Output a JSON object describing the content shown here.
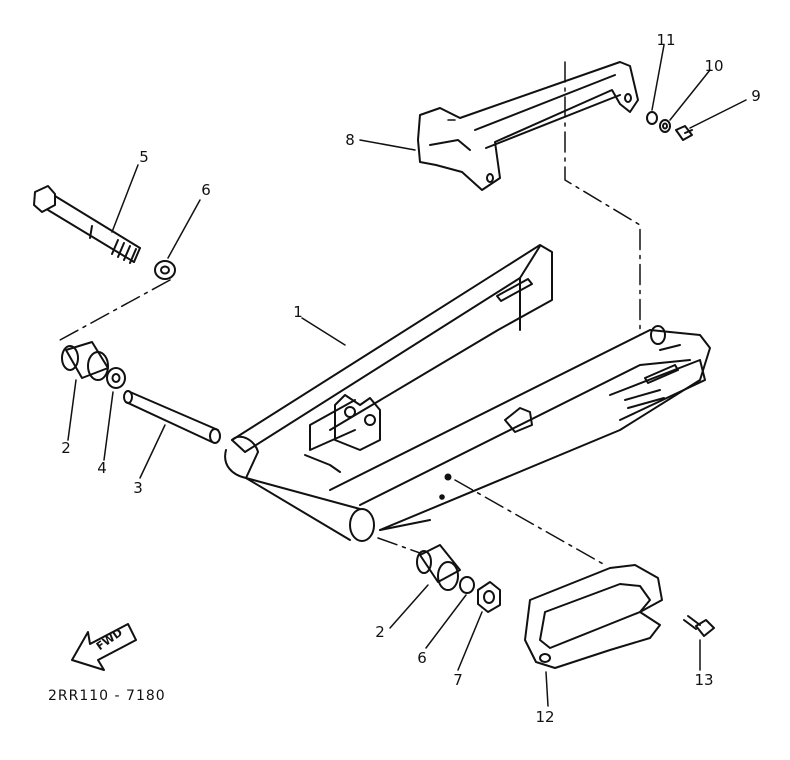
{
  "diagram": {
    "document_code": "2RR110 - 7180",
    "direction_label": "FWD",
    "callouts": [
      {
        "id": "c1",
        "text": "1"
      },
      {
        "id": "c2a",
        "text": "2"
      },
      {
        "id": "c2b",
        "text": "2"
      },
      {
        "id": "c3",
        "text": "3"
      },
      {
        "id": "c4",
        "text": "4"
      },
      {
        "id": "c5",
        "text": "5"
      },
      {
        "id": "c6a",
        "text": "6"
      },
      {
        "id": "c6b",
        "text": "6"
      },
      {
        "id": "c7",
        "text": "7"
      },
      {
        "id": "c8",
        "text": "8"
      },
      {
        "id": "c9",
        "text": "9"
      },
      {
        "id": "c10",
        "text": "10"
      },
      {
        "id": "c11",
        "text": "11"
      },
      {
        "id": "c12",
        "text": "12"
      },
      {
        "id": "c13",
        "text": "13"
      }
    ]
  }
}
